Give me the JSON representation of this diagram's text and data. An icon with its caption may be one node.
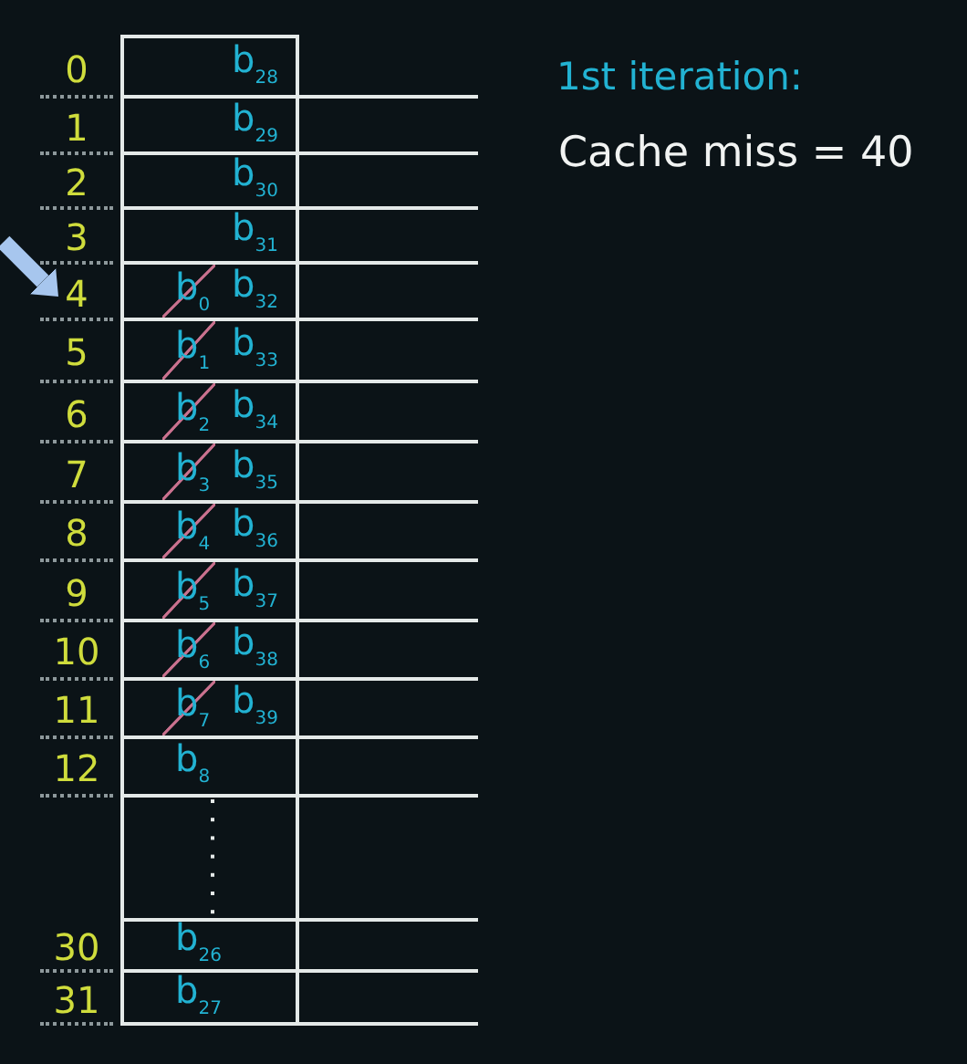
{
  "diagram": {
    "nodes": [
      {
        "text": [
          "b$_{28}$"
        ],
        "beside": [
          "0"
        ]
      },
      {
        "text": [
          "b$_{29}$"
        ],
        "beside": [
          "1"
        ]
      },
      {
        "text": [
          "b$_{30}$"
        ],
        "beside": [
          "2"
        ]
      },
      {
        "text": [
          "b$_{31}$"
        ],
        "beside": [
          "3"
        ]
      },
      {
        "text": [
          "b$_{0}$",
          "b$_{32}$"
        ],
        "beside": [
          "4"
        ]
      },
      {
        "text": [
          "b$_{1}$",
          "b$_{33}$"
        ],
        "beside": [
          "5"
        ]
      },
      {
        "text": [
          "b$_{2}$",
          "b$_{34}$"
        ],
        "beside": [
          "6"
        ]
      },
      {
        "text": [
          "b$_{3}$",
          "b$_{35}$"
        ],
        "beside": [
          "7"
        ]
      },
      {
        "text": [
          "b$_{4}$",
          "b$_{36}$"
        ],
        "beside": [
          "8"
        ]
      },
      {
        "text": [
          "b$_{5}$",
          "b$_{37}$"
        ],
        "beside": [
          "9"
        ]
      },
      {
        "text": [
          "b$_{6}$",
          "b$_{38}$"
        ],
        "beside": [
          "10"
        ]
      },
      {
        "text": [
          "b$_{7}$",
          "b$_{39}$"
        ],
        "beside": [
          "11"
        ]
      },
      {
        "text": [
          "b$_{8}$"
        ],
        "beside": [
          "12"
        ]
      },
      {
        "text": [],
        "shape": "box"
      },
      {
        "text": [
          "b$_{26}$"
        ],
        "beside": [
          "30"
        ]
      },
      {
        "text": [
          "b$_{27}$"
        ],
        "beside": [
          "31"
        ]
      }
    ],
    "edges": [
      {
        "from": null,
        "to": 4,
        "arrow": "to"
      }
    ],
    "labels": [
      "1st iteration:",
      "Cache miss = 40"
    ]
  }
}
